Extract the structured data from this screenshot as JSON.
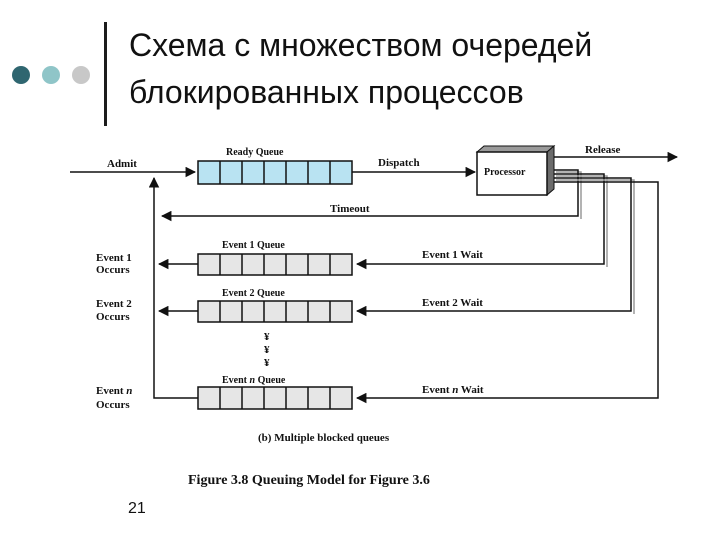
{
  "slide": {
    "title": "Схема с множеством очередей блокированных процессов",
    "number": "21",
    "colors": {
      "dot_dark": "#2f6670",
      "dot_teal": "#8fc5c8",
      "dot_gray": "#c8c8c8",
      "ready_queue_fill": "#b9e3f2",
      "event_queue_fill": "#e6e6e6"
    }
  },
  "diagram": {
    "admit": "Admit",
    "ready_queue": "Ready Queue",
    "dispatch": "Dispatch",
    "processor": "Processor",
    "release": "Release",
    "timeout": "Timeout",
    "event1_queue": "Event 1 Queue",
    "event1_wait": "Event 1 Wait",
    "event1_occurs_1": "Event 1",
    "event1_occurs_2": "Occurs",
    "event2_queue": "Event 2 Queue",
    "event2_wait": "Event 2 Wait",
    "event2_occurs_1": "Event 2",
    "event2_occurs_2": "Occurs",
    "ellipsis": [
      "¥",
      "¥",
      "¥"
    ],
    "eventn_queue_pre": "Event ",
    "eventn_queue_italic": "n",
    "eventn_queue_post": " Queue",
    "eventn_wait_pre": "Event ",
    "eventn_wait_italic": "n",
    "eventn_wait_post": " Wait",
    "eventn_occurs_pre": "Event ",
    "eventn_occurs_italic": "n",
    "eventn_occurs_2": "Occurs",
    "subcaption": "(b) Multiple blocked queues",
    "figure_caption": "Figure 3.8  Queuing Model for Figure 3.6"
  }
}
